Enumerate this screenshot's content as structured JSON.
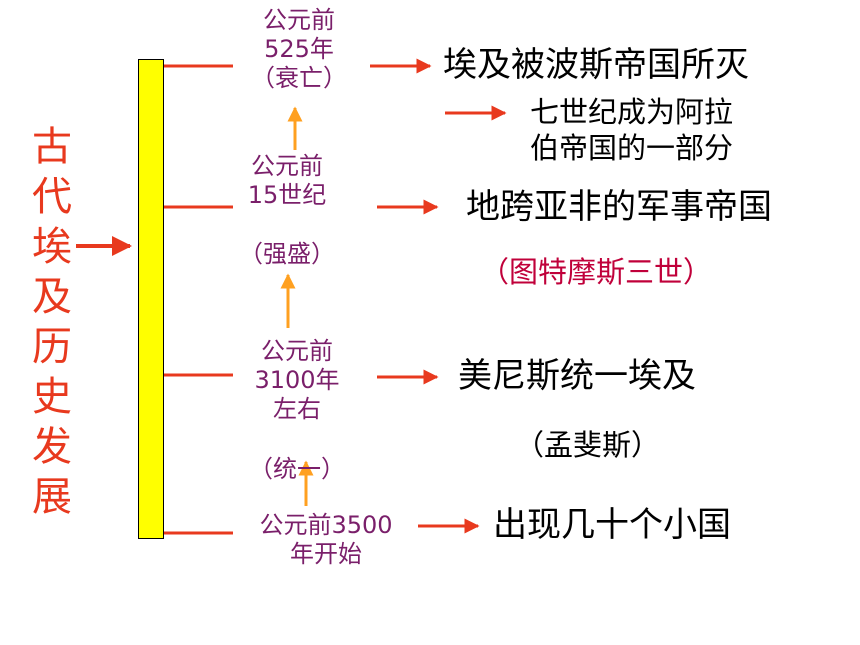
{
  "colors": {
    "title": "#e8391e",
    "bar": "#ffff00",
    "period_text": "#7a1f6a",
    "arrow_red": "#e8391e",
    "arrow_orange": "#ffa020",
    "pharaoh": "#c0003a"
  },
  "title_chars": [
    "古",
    "代",
    "埃",
    "及",
    "历",
    "史",
    "发",
    "展"
  ],
  "periods": {
    "p1": [
      "公元前",
      "525年",
      "（衰亡）"
    ],
    "p2": [
      "公元前",
      "15世纪"
    ],
    "p2_note": "（强盛）",
    "p3": [
      "公元前",
      "3100年",
      "左右"
    ],
    "p3_note": "（统一）",
    "p4": [
      "公元前3500",
      "年开始"
    ]
  },
  "events": {
    "e1": "埃及被波斯帝国所灭",
    "e1b": [
      "七世纪成为阿拉",
      "伯帝国的一部分"
    ],
    "e2": "地跨亚非的军事帝国",
    "e2_note": "（图特摩斯三世）",
    "e3": "美尼斯统一埃及",
    "e3_note": "（孟斐斯）",
    "e4": "出现几十个小国"
  }
}
